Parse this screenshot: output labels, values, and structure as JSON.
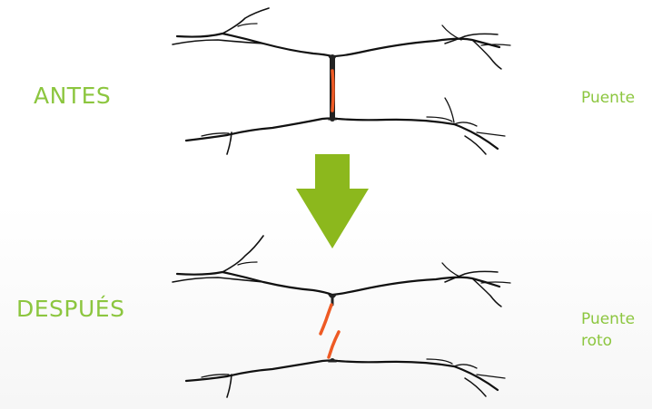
{
  "labels": {
    "antes": "ANTES",
    "despues": "DESPUÉS",
    "puente": "Puente",
    "puente_roto_line1": "Puente",
    "puente_roto_line2": "roto"
  },
  "colors": {
    "label_text": "#8cc63f",
    "arrow": "#8cb81d",
    "bridge": "#ee5a24",
    "fiber": "#111111"
  }
}
